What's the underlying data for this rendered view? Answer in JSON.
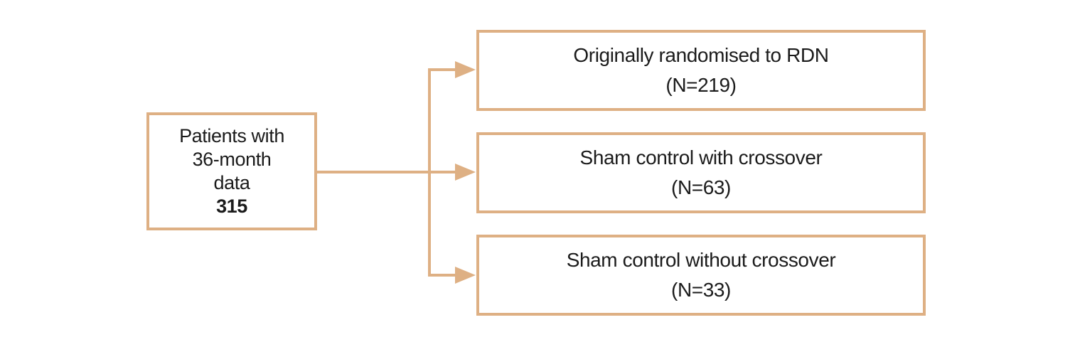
{
  "diagram": {
    "accent_color": "#deb084",
    "source_box": {
      "lines": [
        "Patients with",
        "36-month",
        "data"
      ],
      "count": "315"
    },
    "branches": [
      {
        "label": "Originally randomised to RDN",
        "n_label": "(N=219)"
      },
      {
        "label": "Sham control with crossover",
        "n_label": "(N=63)"
      },
      {
        "label": "Sham control without crossover",
        "n_label": "(N=33)"
      }
    ]
  }
}
